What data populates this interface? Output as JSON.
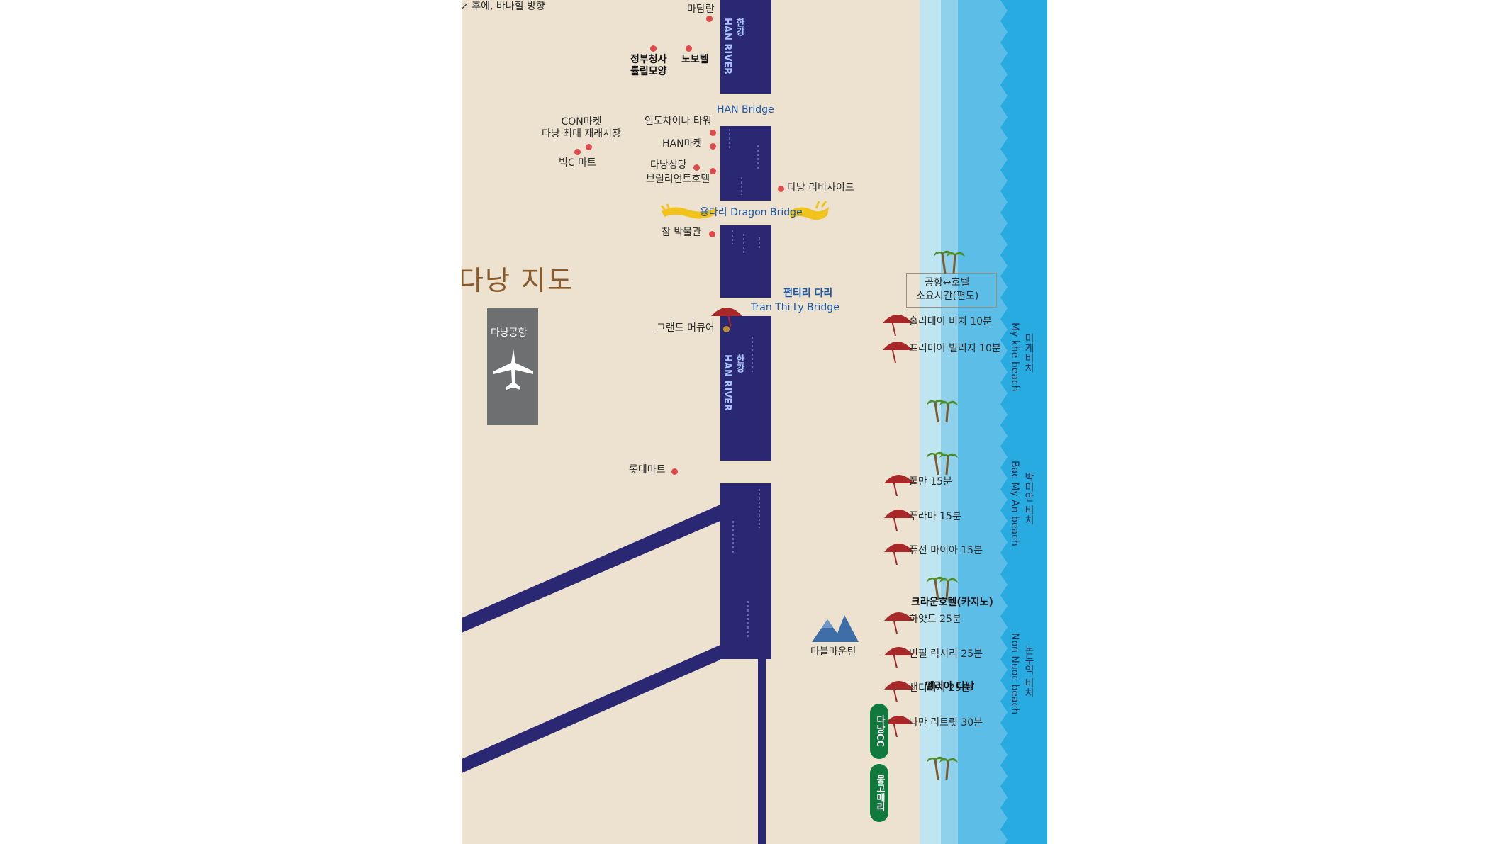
{
  "map": {
    "title": "다낭 지도",
    "colors": {
      "land": "#ece2cf",
      "river": "#2a2873",
      "sea": "#27abe0",
      "sea_light": "#8fd0ea",
      "dot": "#e0494c",
      "umbrella": "#a8282a",
      "text_blue": "#1a57a8"
    },
    "top_cut_text": "후에, 바나힐 방향",
    "river": {
      "name_kr": "한강",
      "name_en": "HAN RIVER"
    },
    "bridges": [
      {
        "label": "HAN Bridge"
      },
      {
        "label": "용다리 Dragon Bridge"
      },
      {
        "label_kr": "쩐티리 다리",
        "label_en": "Tran Thi Ly Bridge"
      }
    ],
    "places": [
      {
        "label": "마담란"
      },
      {
        "label": "정부청사\n튤립모양"
      },
      {
        "label": "노보텔"
      },
      {
        "label": "인도차이나 타워"
      },
      {
        "label": "CON마켓\n다낭 최대 재래시장"
      },
      {
        "label": "HAN마켓"
      },
      {
        "label": "빅C 마트"
      },
      {
        "label": "다낭성당"
      },
      {
        "label": "브릴리언트호텔"
      },
      {
        "label": "다낭 리버사이드"
      },
      {
        "label": "참 박물관"
      },
      {
        "label": "그랜드 머큐어"
      },
      {
        "label": "롯데마트"
      }
    ],
    "airport": {
      "label": "다낭공항"
    },
    "time_box": {
      "line1": "공항↔호텔",
      "line2": "소요시간(편도)"
    },
    "resorts": [
      {
        "label": "홀리데이 비치 10분"
      },
      {
        "label": "프리미어 빌리지 10분"
      },
      {
        "label": "풀만 15분"
      },
      {
        "label": "푸라마 15분"
      },
      {
        "label": "퓨전 마이아 15분"
      },
      {
        "label": "하얏트 25분"
      },
      {
        "label": "빈펄 럭셔리 25분"
      },
      {
        "label": "샌디비치 25분"
      },
      {
        "label": "나만 리트릿 30분"
      }
    ],
    "landmarks": [
      {
        "label": "크라운호텔(카지노)"
      },
      {
        "label": "멜리아 다낭"
      },
      {
        "label": "마블마운틴"
      }
    ],
    "golf": [
      {
        "label": "다낭CC"
      },
      {
        "label": "몽고메리"
      }
    ],
    "beaches": [
      {
        "kr": "미케비치",
        "en": "My khe beach"
      },
      {
        "kr": "박미안 비치",
        "en": "Bac My An beach"
      },
      {
        "kr": "논누억 비치",
        "en": "Non Nuoc beach"
      }
    ],
    "icons": [
      "airplane-icon",
      "palm-tree-icon",
      "beach-umbrella-icon",
      "mountain-icon",
      "dragon-icon",
      "place-dot-icon"
    ]
  }
}
